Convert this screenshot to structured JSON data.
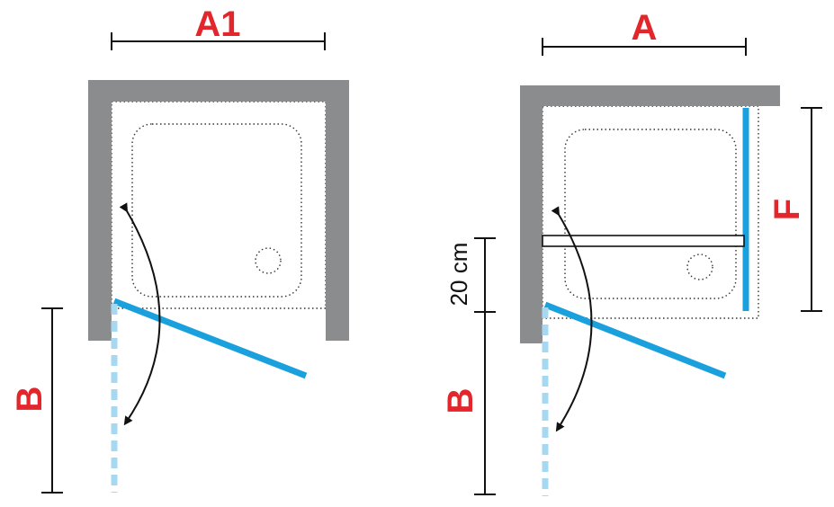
{
  "colors": {
    "wall": "#8a8c8e",
    "glass": "#1aa0dc",
    "glass_open": "#a7d8f2",
    "dimension_text": "#e3262b",
    "line": "#111111"
  },
  "left_diagram": {
    "width_label": "A1",
    "depth_label": "B"
  },
  "right_diagram": {
    "width_label": "A",
    "depth_label": "B",
    "side_label": "F",
    "bar_offset_label": "20 cm"
  },
  "icons": [
    "door-swing-arrow-icon",
    "tray-drain-icon"
  ]
}
